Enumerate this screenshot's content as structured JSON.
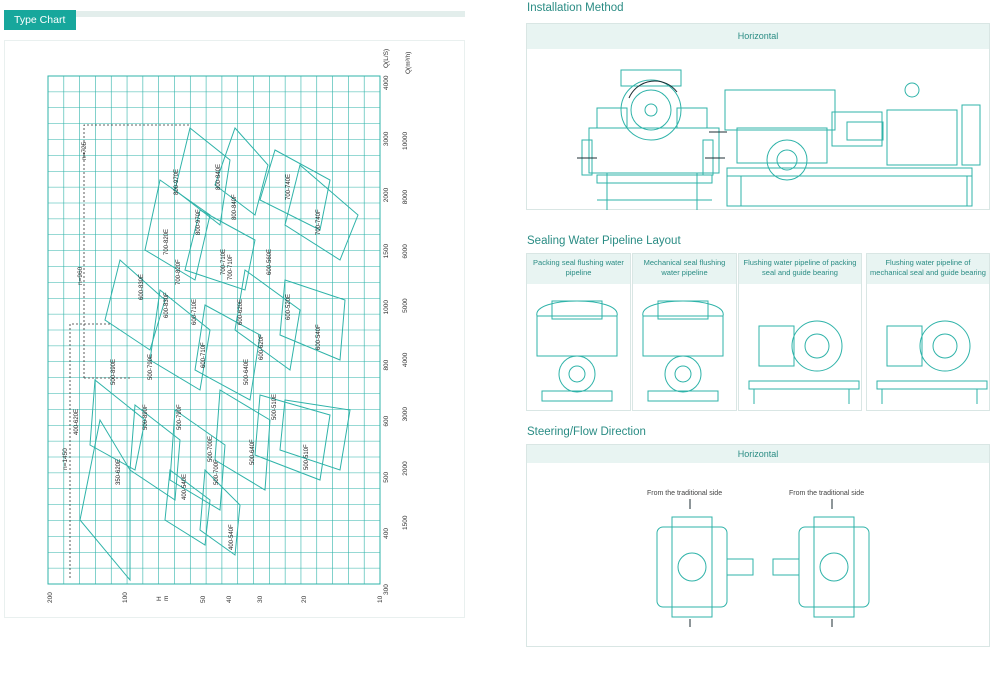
{
  "header": {
    "type_chart_label": "Type Chart"
  },
  "chart_data": {
    "type": "chart",
    "axes": {
      "y_right_label": "Q(L/S)",
      "y_right_label2": "Q(m³/h)",
      "h_label": "H",
      "h_unit": "m",
      "x_ticks": [
        "200",
        "100",
        "50",
        "40",
        "30",
        "20",
        "10"
      ],
      "q_ls_ticks": [
        "4000",
        "3000",
        "2000",
        "1500",
        "1000",
        "800",
        "600",
        "500",
        "400",
        "300"
      ],
      "q_m3h_ticks": [
        "10000",
        "8000",
        "6000",
        "5000",
        "4000",
        "3000",
        "2000",
        "1500"
      ]
    },
    "speed_labels": [
      "n=725",
      "n=960",
      "n=1450"
    ],
    "models": [
      "800-970E",
      "800-840E",
      "800-970F",
      "800-840F",
      "700-820E",
      "700-820F",
      "700-710E",
      "700-710F",
      "700-740E",
      "700-740F",
      "600-830E",
      "600-830F",
      "600-710E",
      "600-710F",
      "600-620E",
      "600-620F",
      "600-560E",
      "600-520E",
      "600-540F",
      "500-890E",
      "500-890F",
      "500-790E",
      "500-790F",
      "500-700E",
      "500-700F",
      "500-640E",
      "500-640F",
      "500-510E",
      "500-510F",
      "400-620E",
      "350-620E",
      "400-540E",
      "400-540F"
    ]
  },
  "installation": {
    "title": "Installation Method",
    "mode": "Horizontal"
  },
  "sealing": {
    "title": "Sealing Water Pipeline Layout",
    "panels": [
      "Packing seal flushing water pipeline",
      "Mechanical seal flushing water pipeline",
      "Flushing water pipeline of packing seal and guide bearing",
      "Flushing water pipeline of mechanical seal and guide bearing"
    ]
  },
  "steering": {
    "title": "Steering/Flow Direction",
    "mode": "Horizontal",
    "left_caption": "From the traditional side",
    "right_caption": "From the traditional side"
  },
  "colors": {
    "accent": "#17a79c",
    "line": "#2fb3a9",
    "dark": "#1c2d33"
  }
}
